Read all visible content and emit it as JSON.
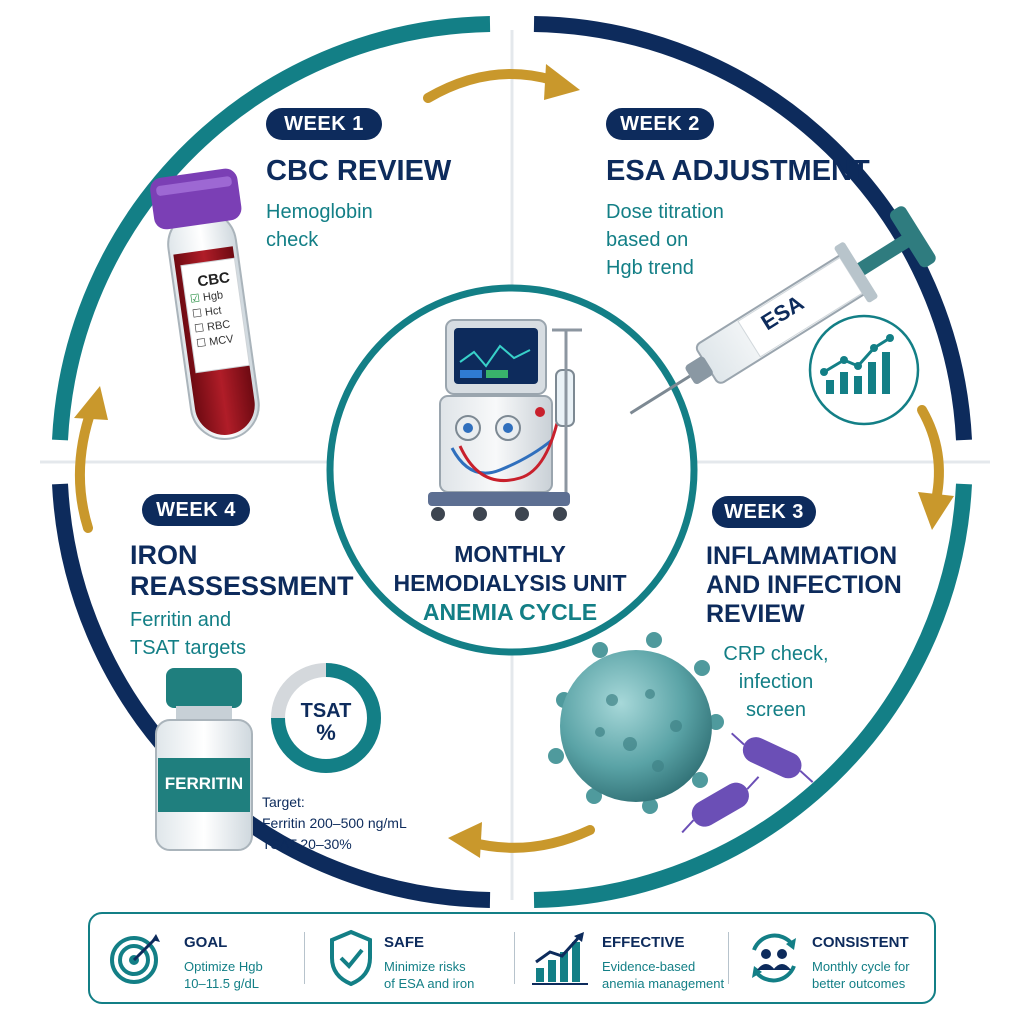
{
  "weeks": [
    {
      "pill": "WEEK 1",
      "title": [
        "CBC REVIEW"
      ],
      "desc": [
        "Hemoglobin",
        "check"
      ]
    },
    {
      "pill": "WEEK 2",
      "title": [
        "ESA ADJUSTMENT"
      ],
      "desc": [
        "Dose titration",
        "based on",
        "Hgb trend"
      ]
    },
    {
      "pill": "WEEK 3",
      "title": [
        "INFLAMMATION",
        "AND INFECTION",
        "REVIEW"
      ],
      "desc": [
        "CRP check,",
        "infection",
        "screen"
      ]
    },
    {
      "pill": "WEEK 4",
      "title": [
        "IRON",
        "REASSESSMENT"
      ],
      "desc": [
        "Ferritin and",
        "TSAT targets"
      ]
    }
  ],
  "center": {
    "line1": "MONTHLY",
    "line2": "HEMODIALYSIS UNIT",
    "line3": "ANEMIA CYCLE"
  },
  "tube": {
    "label": "CBC",
    "items": [
      {
        "mark": "☑",
        "text": "Hgb"
      },
      {
        "mark": "☐",
        "text": "Hct"
      },
      {
        "mark": "☐",
        "text": "RBC"
      },
      {
        "mark": "☐",
        "text": "MCV"
      }
    ]
  },
  "syringe_label": "ESA",
  "vial_label": "FERRITIN",
  "tsat": {
    "line1": "TSAT",
    "line2": "%"
  },
  "targets": {
    "heading": "Target:",
    "ferritin": "Ferritin 200–500 ng/mL",
    "tsat": "TSAT 20–30%"
  },
  "footer": [
    {
      "icon": "target-icon",
      "title": "GOAL",
      "text": [
        "Optimize Hgb",
        "10–11.5 g/dL"
      ]
    },
    {
      "icon": "shield-check-icon",
      "title": "SAFE",
      "text": [
        "Minimize risks",
        "of ESA and iron"
      ]
    },
    {
      "icon": "growth-chart-icon",
      "title": "EFFECTIVE",
      "text": [
        "Evidence-based",
        "anemia management"
      ]
    },
    {
      "icon": "team-cycle-icon",
      "title": "CONSISTENT",
      "text": [
        "Monthly cycle for",
        "better outcomes"
      ]
    }
  ],
  "colors": {
    "navy": "#0d2b5c",
    "teal": "#137f86",
    "gold": "#c9982c",
    "blood": "#8e0f18",
    "purple": "#7b3fb5"
  }
}
